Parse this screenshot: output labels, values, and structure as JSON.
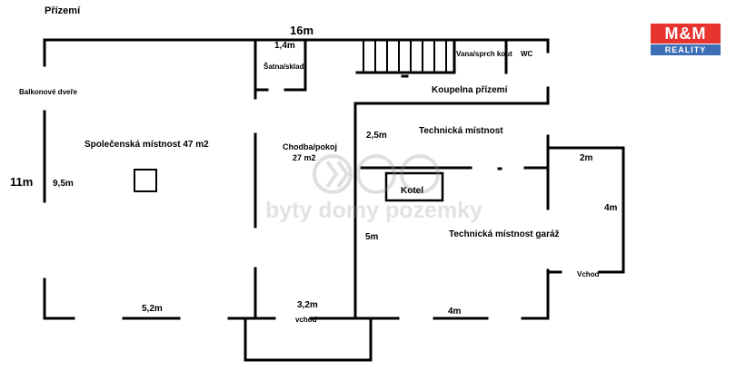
{
  "title": "Přízemí",
  "logo": {
    "top": "M&M",
    "bottom": "REALITY",
    "top_color": "#e8342e",
    "bottom_color": "#3d6fb6"
  },
  "watermark": "byty domy pozemky",
  "dimensions": {
    "width_total": "16m",
    "height_total": "11m",
    "satna_width": "1,4m",
    "living_height": "9,5m",
    "living_bottom": "5,2m",
    "entrance_width": "3,2m",
    "tech_upper_height": "2,5m",
    "garage_height": "5m",
    "garage_bottom": "4m",
    "annex_width": "2m",
    "annex_height": "4m"
  },
  "rooms": {
    "living": "Společenská místnost 47 m2",
    "hall": "Chodba/pokoj",
    "hall_area": "27 m2",
    "satna": "Šatna/sklad",
    "bath_fixture": "Vana/sprch kout",
    "wc": "WC",
    "bathroom": "Koupelna přízemí",
    "technical": "Technická místnost",
    "boiler": "Kotel",
    "garage": "Technická místnost garáž"
  },
  "labels": {
    "balcony_door": "Balkonové dveře",
    "entrance": "vchod",
    "garage_entrance": "Vchod"
  }
}
